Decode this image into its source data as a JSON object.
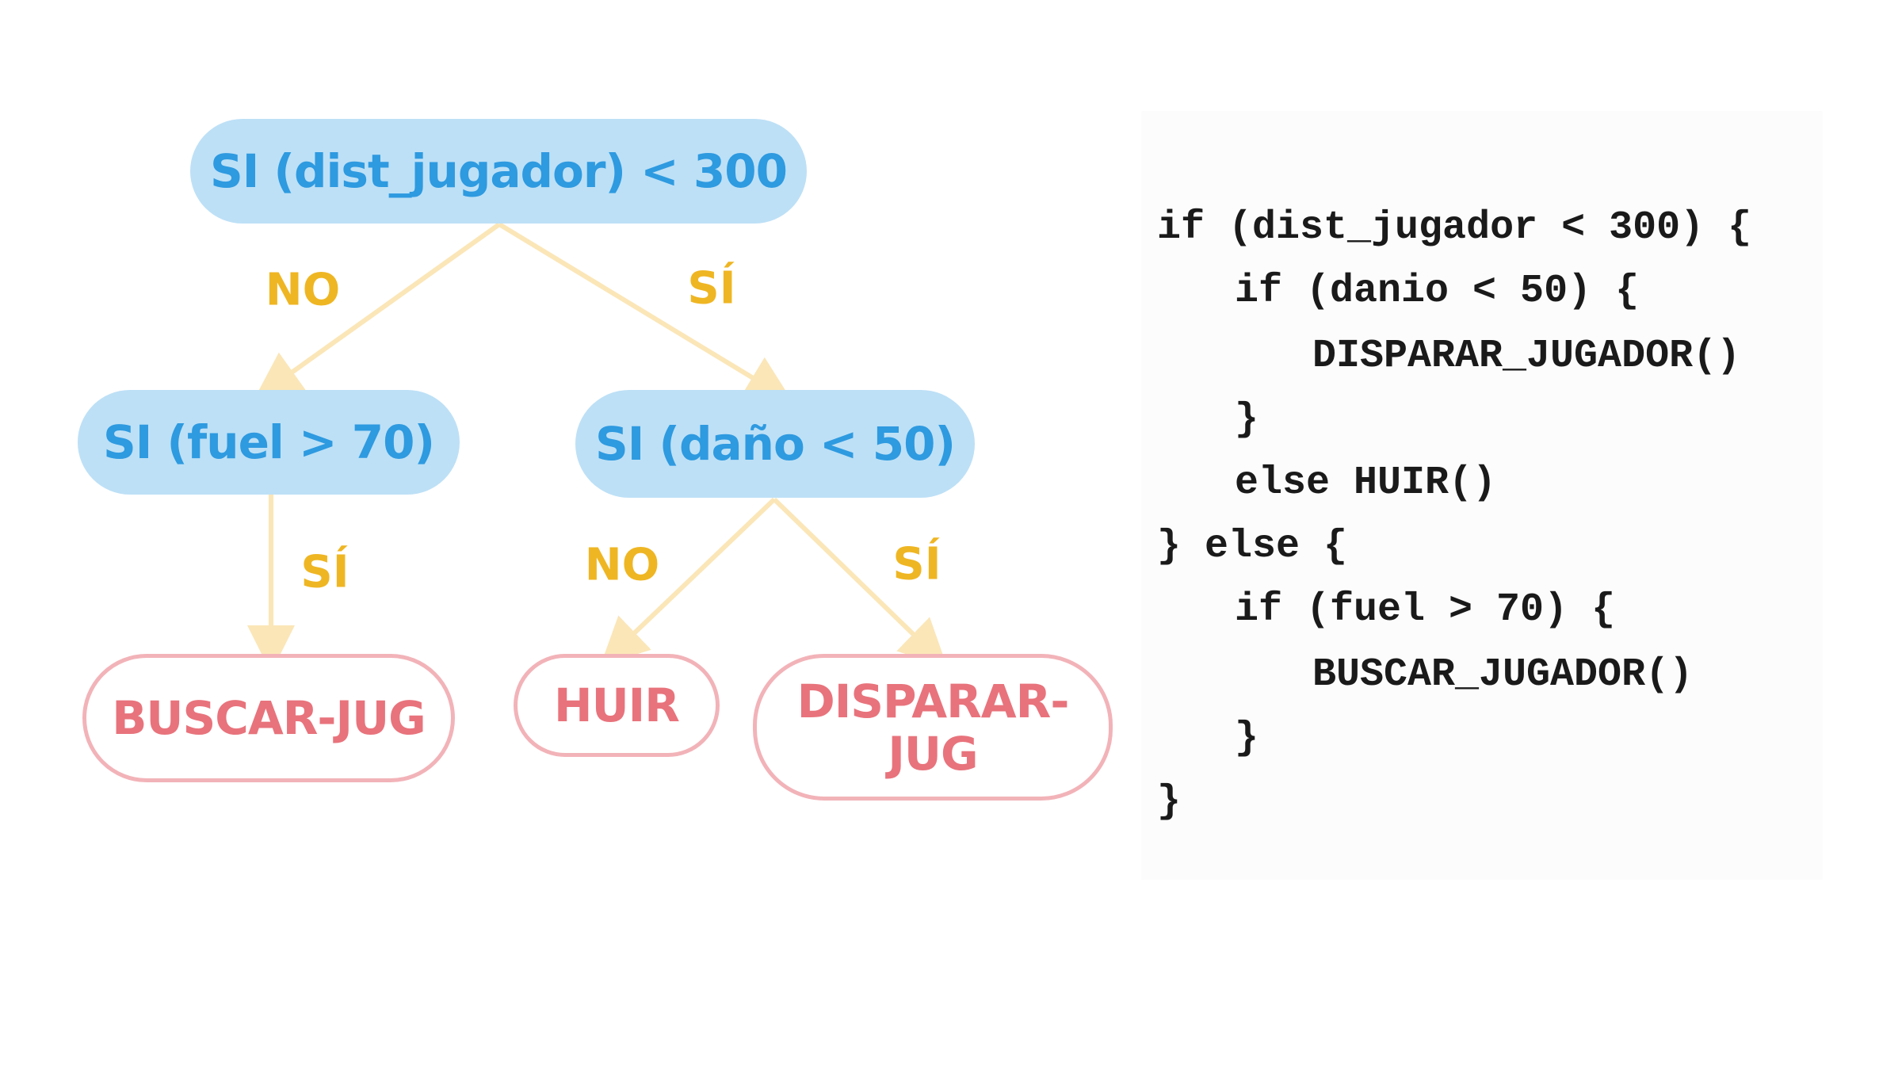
{
  "tree": {
    "root": {
      "label": "SI (dist_jugador) < 300"
    },
    "left_decision": {
      "label": "SI (fuel > 70)"
    },
    "right_decision": {
      "label": "SI (daño < 50)"
    },
    "actions": {
      "buscar": "BUSCAR-JUG",
      "huir": "HUIR",
      "disparar": "DISPARAR-\nJUG"
    },
    "edge_labels": {
      "root_no": "NO",
      "root_si": "SÍ",
      "fuel_si": "SÍ",
      "dano_no": "NO",
      "dano_si": "SÍ"
    }
  },
  "code": {
    "lines": [
      "if (dist_jugador < 300) {",
      "if (danio < 50) {",
      "DISPARAR_JUGADOR()",
      "}",
      "else HUIR()",
      "} else {",
      "if (fuel > 70) {",
      "BUSCAR_JUGADOR()",
      "}",
      "}"
    ]
  },
  "colors": {
    "decision_fill": "#bde0f6",
    "decision_text": "#2e9ae0",
    "action_border": "#f2b3b8",
    "action_text": "#e8737c",
    "edge_line": "#fbe6b8",
    "edge_label": "#efb623"
  }
}
